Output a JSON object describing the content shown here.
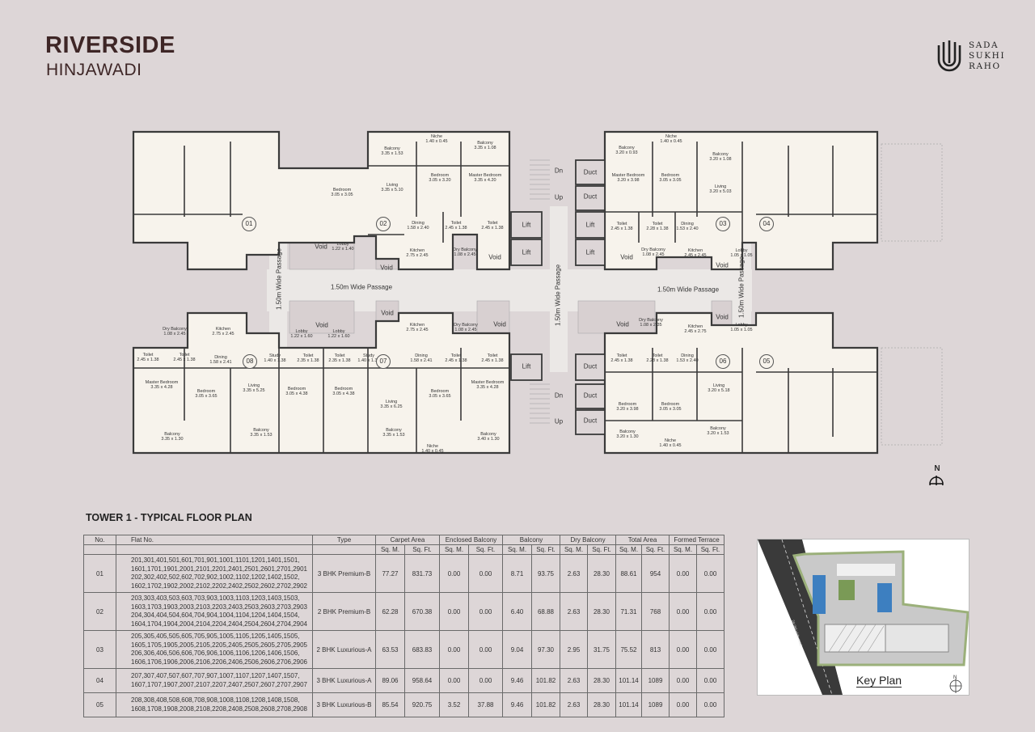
{
  "header": {
    "title": "RIVERSIDE",
    "subtitle": "HINJAWADI"
  },
  "logo": {
    "line1": "SADA",
    "line2": "SUKHI",
    "line3": "RAHO"
  },
  "plan": {
    "units": [
      "01",
      "02",
      "03",
      "04",
      "05",
      "06",
      "07",
      "08"
    ],
    "passage_label": "1.50m Wide Passage",
    "plain": [
      "Void",
      "Void",
      "Void",
      "Dn",
      "Up",
      "Duct",
      "Duct",
      "Lift",
      "Lift",
      "Lift",
      "Lift",
      "Void",
      "Void",
      "Void",
      "Void",
      "Void",
      "Void",
      "Void",
      "Void",
      "Lift",
      "Duct",
      "Dn",
      "Up",
      "Duct",
      "Duct"
    ],
    "rooms": [
      {
        "name": "Bedroom",
        "size": "3.05 x 3.05"
      },
      {
        "name": "Balcony",
        "size": "3.35 x 1.53"
      },
      {
        "name": "Living",
        "size": "3.35 x 5.10"
      },
      {
        "name": "Bedroom",
        "size": "3.05 x 3.20"
      },
      {
        "name": "Master Bedroom",
        "size": "3.35 x 4.20"
      },
      {
        "name": "Balcony",
        "size": "3.35 x 1.08"
      },
      {
        "name": "Niche",
        "size": "1.40 x 0.45"
      },
      {
        "name": "Dining",
        "size": "1.58 x 2.40"
      },
      {
        "name": "Toilet",
        "size": "2.45 x 1.38"
      },
      {
        "name": "Toilet",
        "size": "2.45 x 1.38"
      },
      {
        "name": "Kitchen",
        "size": "2.75 x 2.45"
      },
      {
        "name": "Dry Balcony",
        "size": "1.08 x 2.45"
      },
      {
        "name": "Lobby",
        "size": "1.22 x 1.40"
      },
      {
        "name": "Balcony",
        "size": "3.20 x 0.93"
      },
      {
        "name": "Niche",
        "size": "1.40 x 0.45"
      },
      {
        "name": "Master Bedroom",
        "size": "3.20 x 3.98"
      },
      {
        "name": "Bedroom",
        "size": "3.05 x 3.05"
      },
      {
        "name": "Balcony",
        "size": "3.20 x 1.08"
      },
      {
        "name": "Living",
        "size": "3.20 x 5.03"
      },
      {
        "name": "Toilet",
        "size": "2.45 x 1.38"
      },
      {
        "name": "Toilet",
        "size": "2.28 x 1.38"
      },
      {
        "name": "Dining",
        "size": "1.53 x 2.40"
      },
      {
        "name": "Dry Balcony",
        "size": "1.08 x 2.45"
      },
      {
        "name": "Kitchen",
        "size": "2.45 x 2.45"
      },
      {
        "name": "Lobby",
        "size": "1.05 x 1.05"
      },
      {
        "name": "Dry Balcony",
        "size": "1.08 x 2.45"
      },
      {
        "name": "Kitchen",
        "size": "2.75 x 2.45"
      },
      {
        "name": "Toilet",
        "size": "2.45 x 1.38"
      },
      {
        "name": "Toilet",
        "size": "2.45 x 1.38"
      },
      {
        "name": "Dining",
        "size": "1.58 x 2.41"
      },
      {
        "name": "Study",
        "size": "1.40 x 1.38"
      },
      {
        "name": "Toilet",
        "size": "2.35 x 1.38"
      },
      {
        "name": "Master Bedroom",
        "size": "3.35 x 4.28"
      },
      {
        "name": "Bedroom",
        "size": "3.05 x 3.65"
      },
      {
        "name": "Living",
        "size": "3.35 x 5.25"
      },
      {
        "name": "Bedroom",
        "size": "3.05 x 4.38"
      },
      {
        "name": "Balcony",
        "size": "3.35 x 1.30"
      },
      {
        "name": "Balcony",
        "size": "3.35 x 1.53"
      },
      {
        "name": "Lobby",
        "size": "1.22 x 1.60"
      },
      {
        "name": "Lobby",
        "size": "1.22 x 1.60"
      },
      {
        "name": "Bedroom",
        "size": "3.05 x 4.38"
      },
      {
        "name": "Toilet",
        "size": "2.35 x 1.38"
      },
      {
        "name": "Study",
        "size": "1.40 x 1.38"
      },
      {
        "name": "Living",
        "size": "3.35 x 6.25"
      },
      {
        "name": "Dining",
        "size": "1.58 x 2.41"
      },
      {
        "name": "Kitchen",
        "size": "2.75 x 2.45"
      },
      {
        "name": "Dry Balcony",
        "size": "1.08 x 2.45"
      },
      {
        "name": "Toilet",
        "size": "2.45 x 1.38"
      },
      {
        "name": "Toilet",
        "size": "2.45 x 1.38"
      },
      {
        "name": "Bedroom",
        "size": "3.05 x 3.65"
      },
      {
        "name": "Master Bedroom",
        "size": "3.35 x 4.28"
      },
      {
        "name": "Balcony",
        "size": "3.35 x 1.53"
      },
      {
        "name": "Balcony",
        "size": "3.40 x 1.30"
      },
      {
        "name": "Niche",
        "size": "1.40 x 0.45"
      },
      {
        "name": "Dry Balcony",
        "size": "1.08 x 2.35"
      },
      {
        "name": "Kitchen",
        "size": "2.45 x 2.75"
      },
      {
        "name": "Lobby",
        "size": "1.05 x 1.05"
      },
      {
        "name": "Toilet",
        "size": "2.45 x 1.38"
      },
      {
        "name": "Toilet",
        "size": "2.28 x 1.38"
      },
      {
        "name": "Dining",
        "size": "1.53 x 2.40"
      },
      {
        "name": "Bedroom",
        "size": "3.20 x 3.98"
      },
      {
        "name": "Bedroom",
        "size": "3.05 x 3.05"
      },
      {
        "name": "Living",
        "size": "3.20 x 5.18"
      },
      {
        "name": "Balcony",
        "size": "3.20 x 1.30"
      },
      {
        "name": "Balcony",
        "size": "3.20 x 1.53"
      },
      {
        "name": "Niche",
        "size": "1.40 x 0.45"
      }
    ],
    "north": "N"
  },
  "table": {
    "title": "TOWER 1 - TYPICAL FLOOR PLAN",
    "headers": [
      "No.",
      "Flat No.",
      "Type",
      "Carpet Area",
      "Enclosed Balcony",
      "Balcony",
      "Dry Balcony",
      "Total Area",
      "Formed Terrace"
    ],
    "sq_m": "Sq. M.",
    "sq_ft": "Sq. Ft.",
    "rows": [
      {
        "no": "01",
        "flats": "201,301,401,501,601,701,901,1001,1101,1201,1401,1501, 1601,1701,1901,2001,2101,2201,2401,2501,2601,2701,2901 202,302,402,502,602,702,902,1002,1102,1202,1402,1502, 1602,1702,1902,2002,2102,2202,2402,2502,2602,2702,2902",
        "type": "3 BHK Premium-B",
        "v": [
          "77.27",
          "831.73",
          "0.00",
          "0.00",
          "8.71",
          "93.75",
          "2.63",
          "28.30",
          "88.61",
          "954",
          "0.00",
          "0.00"
        ]
      },
      {
        "no": "02",
        "flats": "203,303,403,503,603,703,903,1003,1103,1203,1403,1503, 1603,1703,1903,2003,2103,2203,2403,2503,2603,2703,2903 204,304,404,504,604,704,904,1004,1104,1204,1404,1504, 1604,1704,1904,2004,2104,2204,2404,2504,2604,2704,2904",
        "type": "2 BHK Premium-B",
        "v": [
          "62.28",
          "670.38",
          "0.00",
          "0.00",
          "6.40",
          "68.88",
          "2.63",
          "28.30",
          "71.31",
          "768",
          "0.00",
          "0.00"
        ]
      },
      {
        "no": "03",
        "flats": "205,305,405,505,605,705,905,1005,1105,1205,1405,1505, 1605,1705,1905,2005,2105,2205,2405,2505,2605,2705,2905 206,306,406,506,606,706,906,1006,1106,1206,1406,1506, 1606,1706,1906,2006,2106,2206,2406,2506,2606,2706,2906",
        "type": "2 BHK Luxurious-A",
        "v": [
          "63.53",
          "683.83",
          "0.00",
          "0.00",
          "9.04",
          "97.30",
          "2.95",
          "31.75",
          "75.52",
          "813",
          "0.00",
          "0.00"
        ]
      },
      {
        "no": "04",
        "flats": "207,307,407,507,607,707,907,1007,1107,1207,1407,1507, 1607,1707,1907,2007,2107,2207,2407,2507,2607,2707,2907",
        "type": "3 BHK Luxurious-A",
        "v": [
          "89.06",
          "958.64",
          "0.00",
          "0.00",
          "9.46",
          "101.82",
          "2.63",
          "28.30",
          "101.14",
          "1089",
          "0.00",
          "0.00"
        ]
      },
      {
        "no": "05",
        "flats": "208,308,408,508,608,708,908,1008,1108,1208,1408,1508, 1608,1708,1908,2008,2108,2208,2408,2508,2608,2708,2908",
        "type": "3 BHK Luxurious-B",
        "v": [
          "85.54",
          "920.75",
          "3.52",
          "37.88",
          "9.46",
          "101.82",
          "2.63",
          "28.30",
          "101.14",
          "1089",
          "0.00",
          "0.00"
        ]
      }
    ]
  },
  "key_plan": {
    "label": "Key Plan",
    "road_label": "24.0M wide road",
    "north": "N"
  },
  "colors": {
    "background": "#ddd6d7",
    "title": "#3e2626",
    "plan_fill": "#f7f3ec",
    "wall": "#3a3a3a",
    "pool": "#3d7fc0"
  }
}
